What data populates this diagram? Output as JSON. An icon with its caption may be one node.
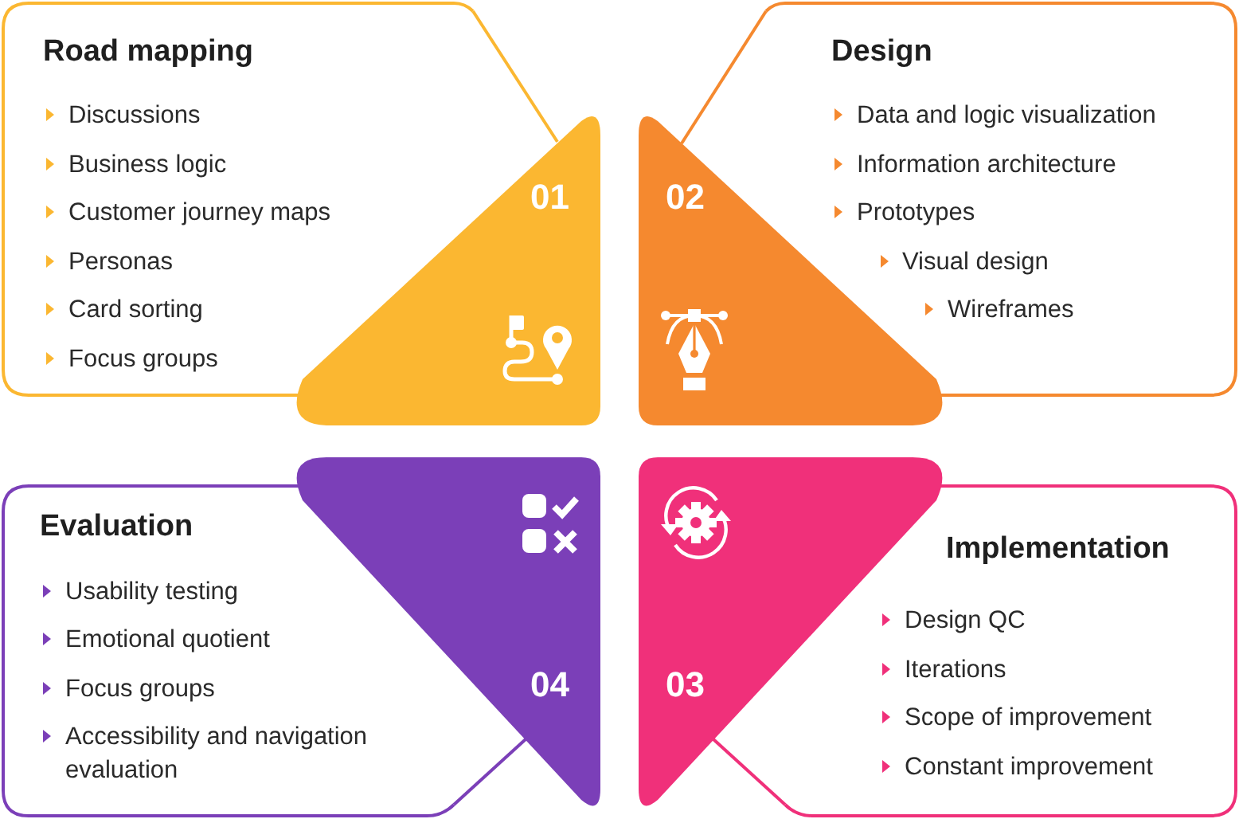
{
  "diagram": {
    "nodes": [
      {
        "text": [
          "Road mapping",
          "Discussions",
          "Business logic",
          "Customer journey maps",
          "Personas",
          "Card sorting",
          "Focus groups"
        ]
      },
      {
        "text": [
          "01"
        ]
      },
      {
        "text": [
          "02"
        ]
      },
      {
        "text": [
          "Design",
          "Data and logic visualization",
          "Information architecture",
          "Prototypes",
          "Visual design",
          "Wireframes"
        ]
      },
      {
        "text": [
          "Evaluation",
          "Usability testing",
          "Emotional quotient",
          "Focus groups",
          "Accessibility and navigation evaluation"
        ]
      },
      {
        "text": [
          "04"
        ]
      },
      {
        "text": [
          "03"
        ]
      },
      {
        "text": [
          "Implementation",
          "Design QC",
          "Iterations",
          "Scope of improvement",
          "Constant improvement"
        ]
      }
    ],
    "edges": [
      {
        "from": 0,
        "to": 1,
        "arrow": "none",
        "color": "#fbb731"
      },
      {
        "from": 3,
        "to": 2,
        "arrow": "none",
        "color": "#f5892f"
      },
      {
        "from": 4,
        "to": 5,
        "arrow": "none",
        "color": "#7b3fb8"
      },
      {
        "from": 7,
        "to": 6,
        "arrow": "none",
        "color": "#f0307a"
      }
    ]
  }
}
